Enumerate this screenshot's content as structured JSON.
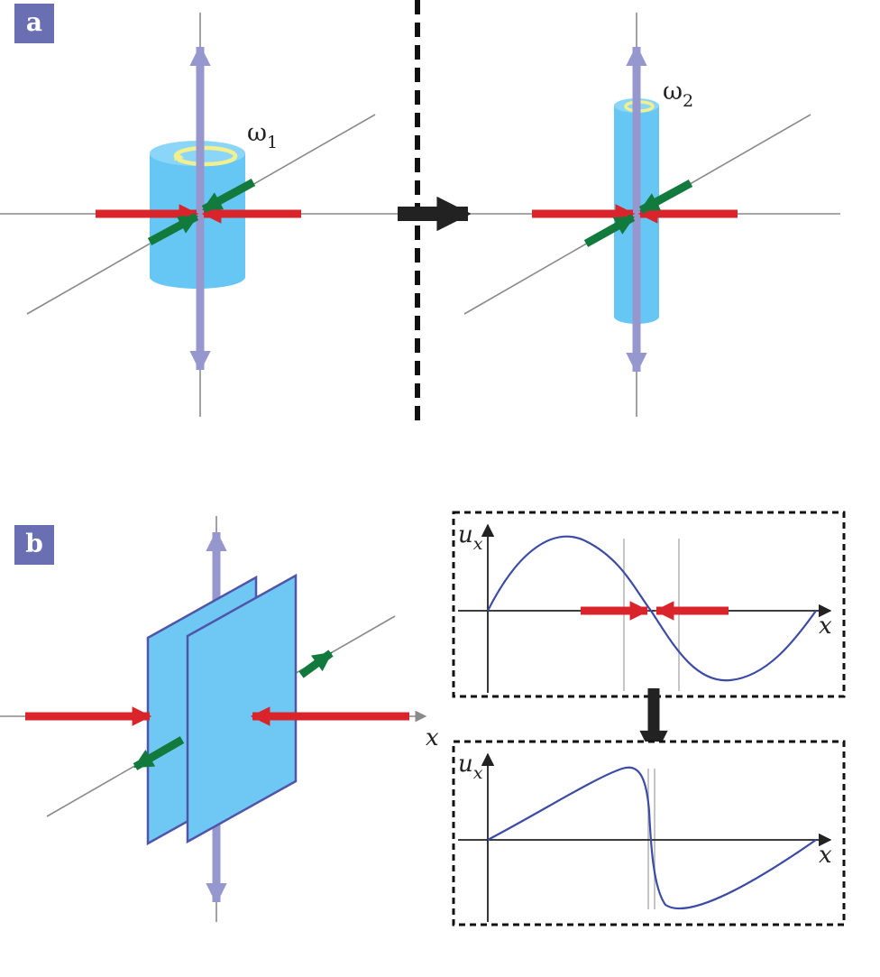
{
  "panels": {
    "a": {
      "label": "a"
    },
    "b": {
      "label": "b"
    }
  },
  "panel_a": {
    "left_symbol": "ω",
    "left_subscript": "1",
    "right_symbol": "ω",
    "right_subscript": "2"
  },
  "panel_b": {
    "axis_label": "x",
    "plot_top": {
      "y_label": "u",
      "y_subscript": "x",
      "x_label": "x"
    },
    "plot_bottom": {
      "y_label": "u",
      "y_subscript": "x",
      "x_label": "x"
    }
  },
  "colors": {
    "badge": "#6a6fb4",
    "axis_arrow": "#9797d0",
    "cylinder": "#66c6f4",
    "compression_arrow": "#d9242b",
    "transverse_arrow": "#137a3e",
    "rotation_ring": "#f2ef8f",
    "curve": "#3b4ba6",
    "sheet_fill": "#6fc8f3",
    "sheet_edge": "#5055a8",
    "transition_arrow": "#222222"
  },
  "icons": {
    "rotation": "rotation-ring-icon",
    "transition": "down-arrow-icon"
  }
}
